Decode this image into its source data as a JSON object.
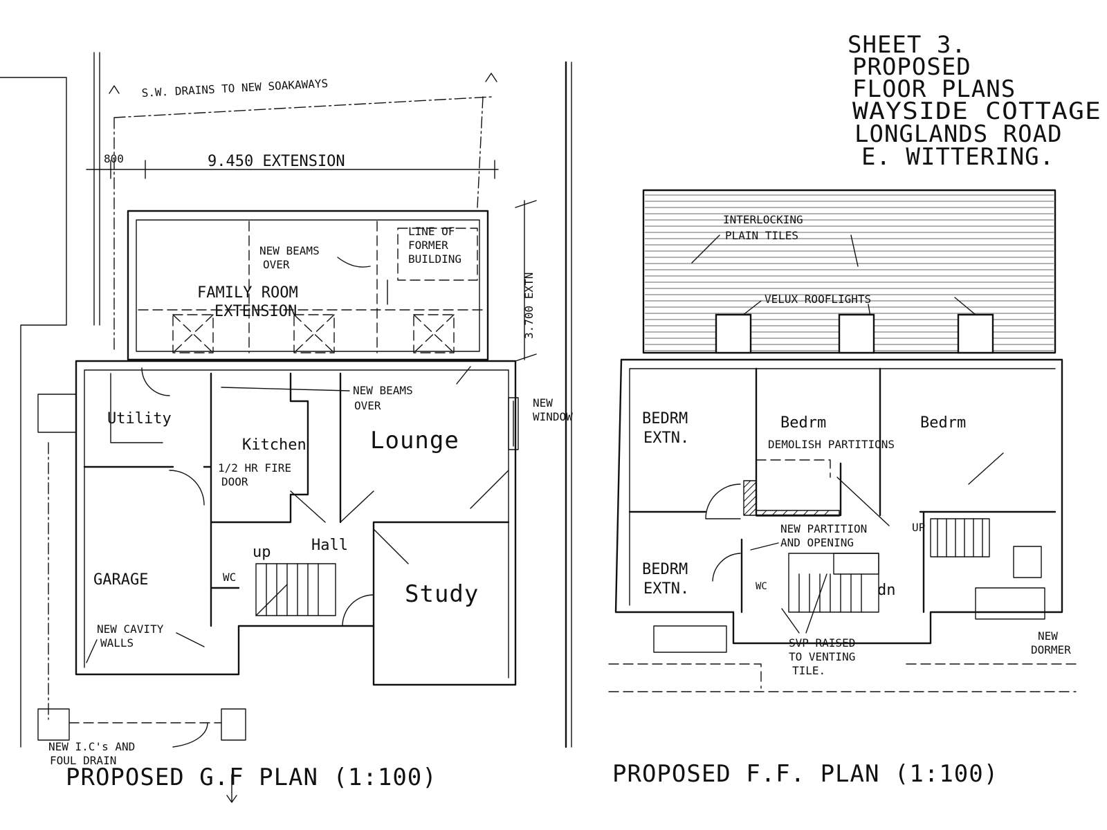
{
  "title_block": {
    "line1": "SHEET 3.",
    "line2": "PROPOSED",
    "line3": "FLOOR PLANS",
    "line4": "WAYSIDE COTTAGE",
    "line5": "LONGLANDS ROAD",
    "line6": "E. WITTERING."
  },
  "ground_floor": {
    "caption": "PROPOSED G.F PLAN (1:100)",
    "labels": {
      "sw_drains": "S.W. DRAINS TO NEW SOAKAWAYS",
      "dim_800": "800",
      "dim_extension": "9.450 EXTENSION",
      "dim_side": "3.700 EXTN",
      "new_beams_over_1a": "NEW BEAMS",
      "new_beams_over_1b": "OVER",
      "line_of_former_a": "LINE OF",
      "line_of_former_b": "FORMER",
      "line_of_former_c": "BUILDING",
      "family_room_a": "FAMILY ROOM",
      "family_room_b": "EXTENSION",
      "new_beams_over_2a": "NEW BEAMS",
      "new_beams_over_2b": "OVER",
      "new_window_a": "NEW",
      "new_window_b": "WINDOW",
      "utility": "Utility",
      "kitchen": "Kitchen",
      "lounge": "Lounge",
      "fire_door_a": "1/2 HR FIRE",
      "fire_door_b": "DOOR",
      "hall": "Hall",
      "up": "up",
      "wc": "WC",
      "garage": "GARAGE",
      "study": "Study",
      "new_cavity_a": "NEW CAVITY",
      "new_cavity_b": "WALLS",
      "new_ics_a": "NEW I.C's AND",
      "new_ics_b": "FOUL DRAIN"
    }
  },
  "first_floor": {
    "caption": "PROPOSED F.F. PLAN (1:100)",
    "labels": {
      "tiles_a": "INTERLOCKING",
      "tiles_b": "PLAIN TILES",
      "velux": "VELUX ROOFLIGHTS",
      "bedrm_extn_1a": "BEDRM",
      "bedrm_extn_1b": "EXTN.",
      "bedrm_2": "Bedrm",
      "bedrm_3": "Bedrm",
      "demolish": "DEMOLISH PARTITIONS",
      "new_partition_a": "NEW PARTITION",
      "new_partition_b": "AND OPENING",
      "up": "UP",
      "bedrm_extn_2a": "BEDRM",
      "bedrm_extn_2b": "EXTN.",
      "wc": "WC",
      "dn": "dn",
      "svp_a": "SVP RAISED",
      "svp_b": "TO VENTING",
      "svp_c": "TILE.",
      "new_dormer_a": "NEW",
      "new_dormer_b": "DORMER"
    }
  }
}
